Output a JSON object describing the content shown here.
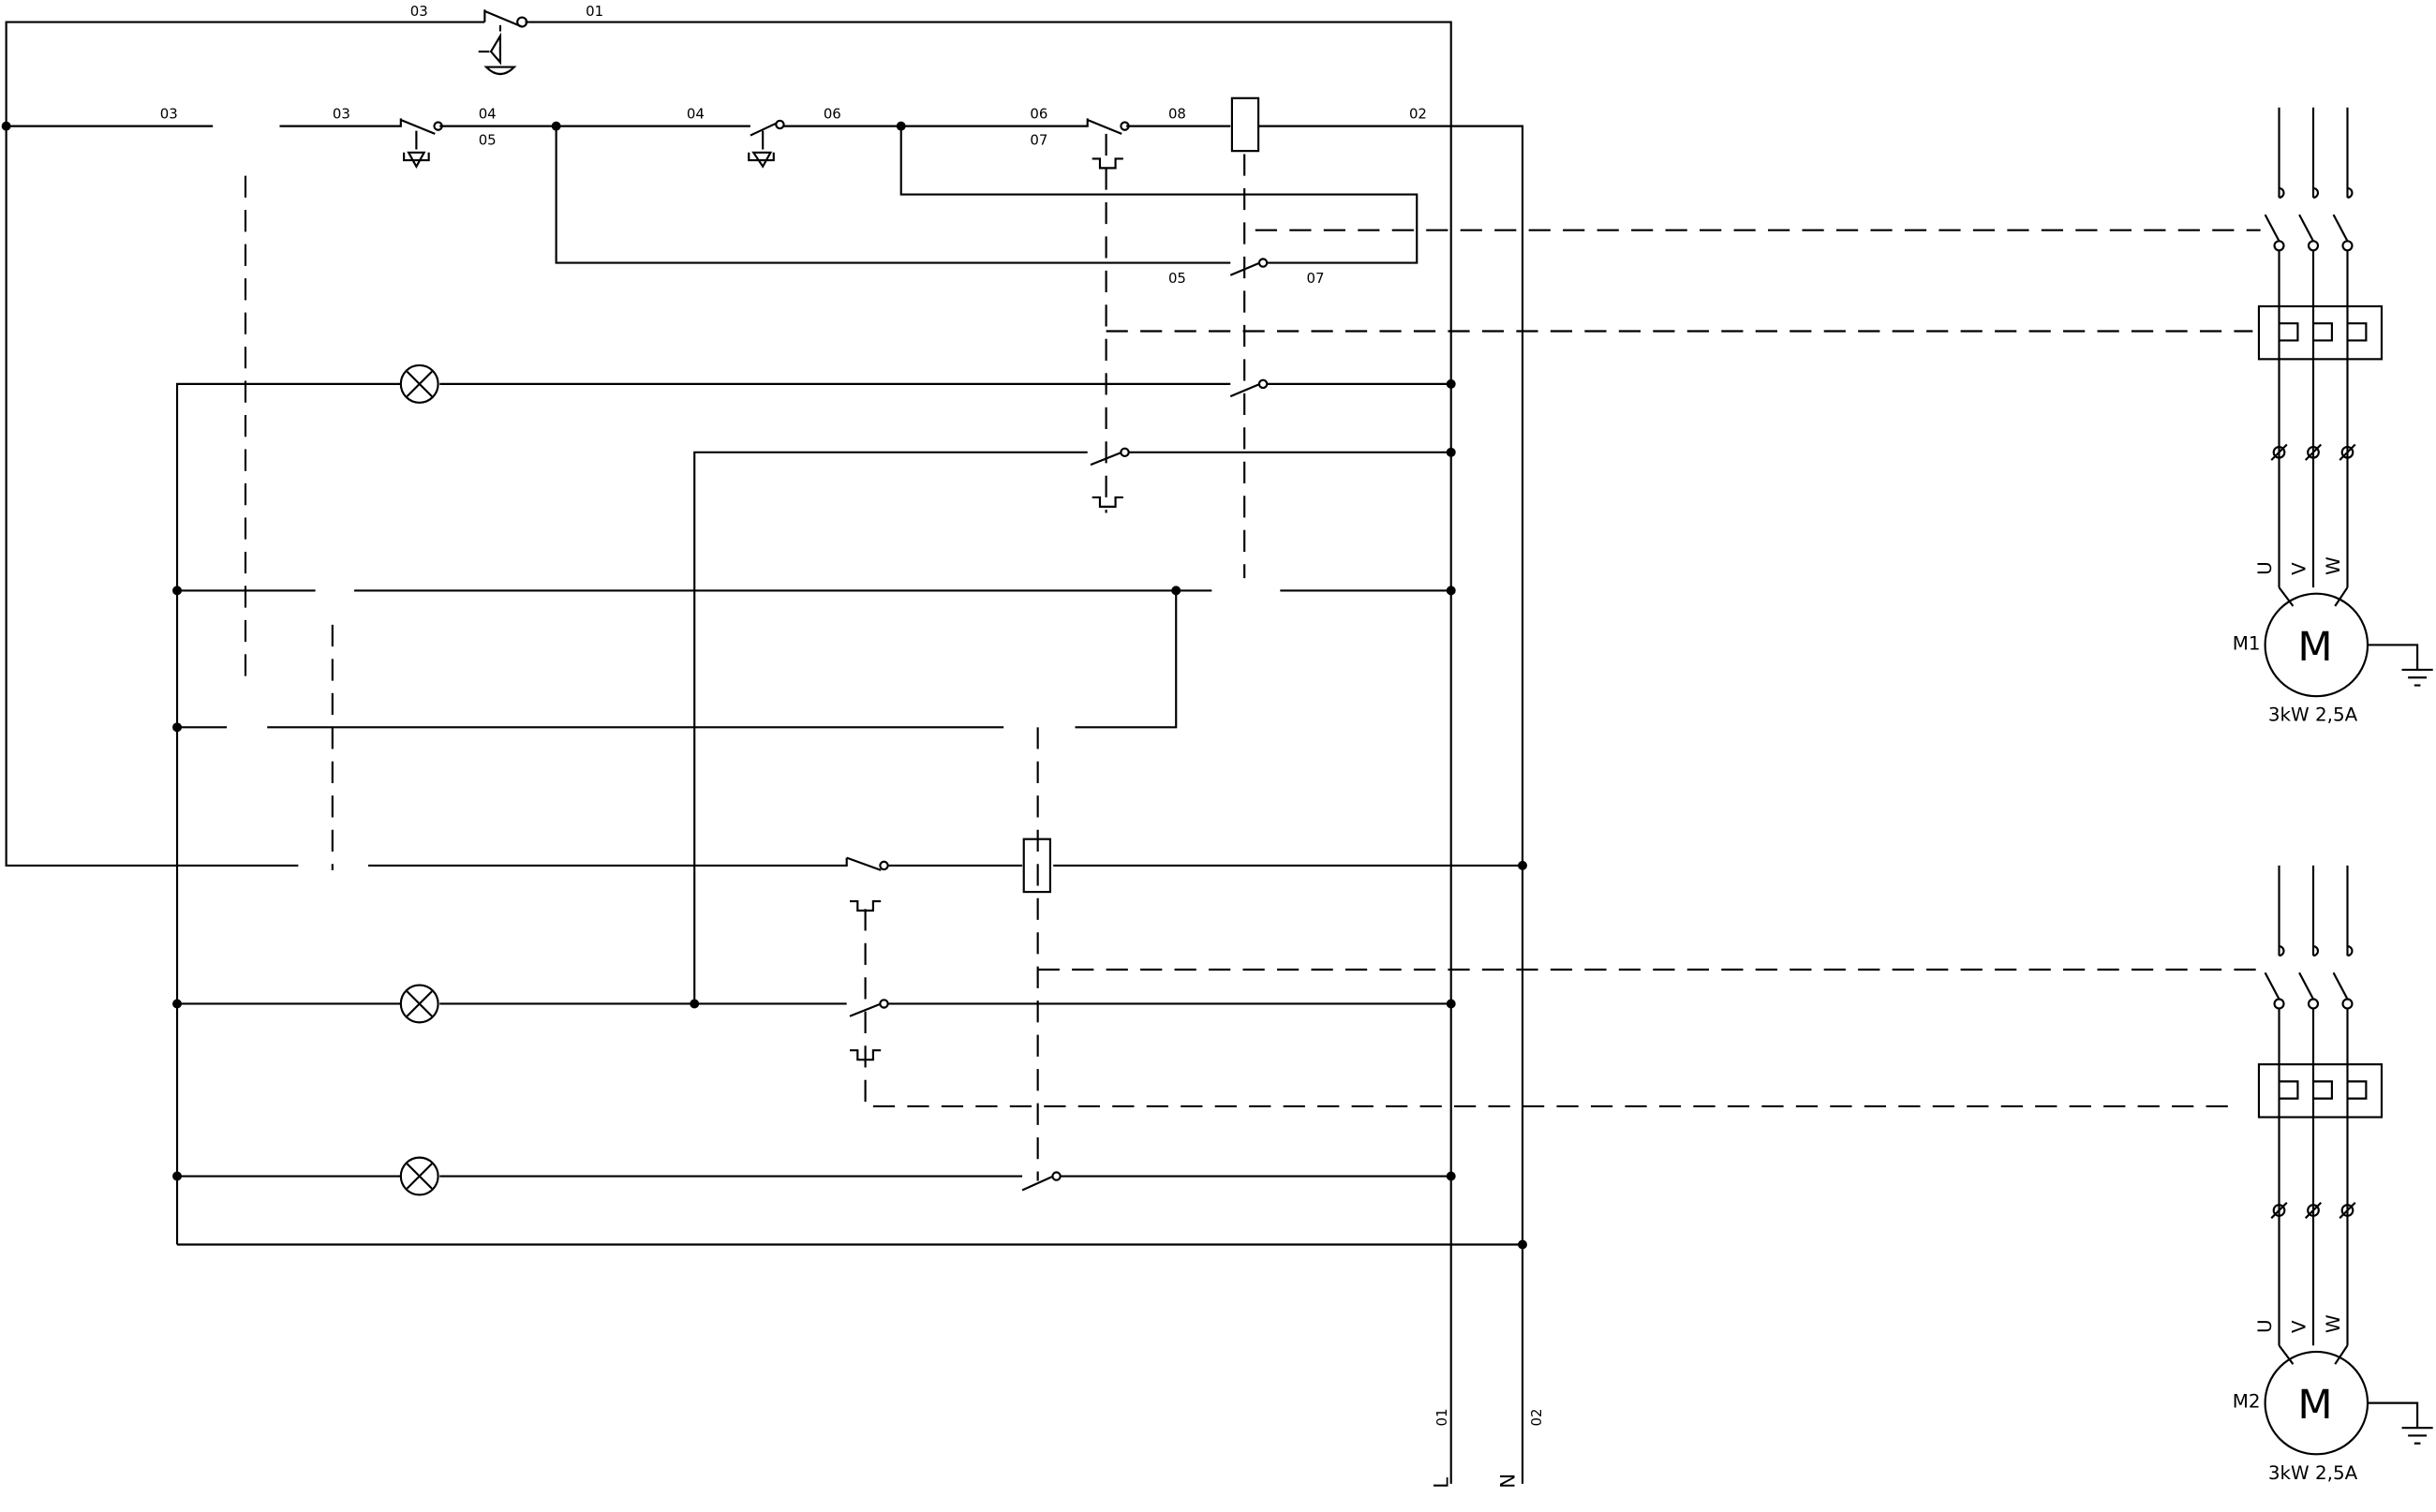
{
  "diagram": {
    "type": "electrical-schematic",
    "wire_labels": {
      "top_03": "03",
      "top_01": "01",
      "r1_03a": "03",
      "r1_03b": "03",
      "r1_04a": "04",
      "r1_05": "05",
      "r1_04b": "04",
      "r1_06a": "06",
      "r1_06b": "06",
      "r1_07a": "07",
      "r1_08": "08",
      "r1_02": "02",
      "r2_05": "05",
      "r2_07": "07"
    },
    "rails": [
      {
        "name": "L",
        "wire": "01"
      },
      {
        "name": "N",
        "wire": "02"
      }
    ],
    "motors": [
      {
        "id": "M1",
        "symbol": "M",
        "rating": "3kW 2,5A",
        "terminals": [
          "U",
          "V",
          "W"
        ]
      },
      {
        "id": "M2",
        "symbol": "M",
        "rating": "3kW 2,5A",
        "terminals": [
          "U",
          "V",
          "W"
        ]
      }
    ]
  }
}
